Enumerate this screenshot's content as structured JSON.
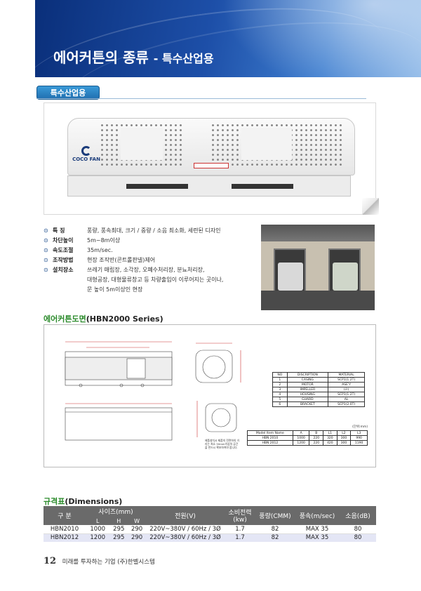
{
  "header": {
    "title": "에어커튼의 종류",
    "subtitle": "- 특수산업용"
  },
  "section_tag": "특수산업용",
  "product": {
    "brand": "COCO FAN"
  },
  "features": [
    {
      "label": "특      징",
      "value": "풍량, 풍속최대, 크기 / 중량 / 소음 최소화, 세련된 디자인",
      "cont": ""
    },
    {
      "label": "차단높이",
      "value": "5m~8m이상",
      "cont": ""
    },
    {
      "label": "속도조절",
      "value": "35m/sec.",
      "cont": ""
    },
    {
      "label": "조작방법",
      "value": "현장 조작반(콘트롤판넬)제어",
      "cont": ""
    },
    {
      "label": "설치장소",
      "value": "쓰레기 매립장, 소각장, 오폐수처리장, 분뇨처리장,",
      "cont": "대형공장, 대형물류창고 등 차량출입이 이루어지는 곳이나,",
      "cont2": "문 높이 5m이상인 현장"
    }
  ],
  "drawing": {
    "title_ko": "에어커튼도면",
    "title_en": "(HBN2000 Series)",
    "parts_headers": [
      "NO",
      "DISCRIPTION",
      "MATERIAL"
    ],
    "parts": [
      [
        "1",
        "CASING",
        "SCP1(1.2T)"
      ],
      [
        "2",
        "MOTOR",
        "ASE'Y"
      ],
      [
        "3",
        "IMPELLER",
        "(∅)"
      ],
      [
        "4",
        "HOUSING",
        "SCP1(1.2T)"
      ],
      [
        "5",
        "GUARD",
        "AL"
      ],
      [
        "6",
        "BRACKET",
        "SCP1(2.0T)"
      ]
    ],
    "unit_note": "(단위:mm)",
    "model_headers": [
      "Model Item Name",
      "A",
      "B",
      "L1",
      "L2",
      "L3"
    ],
    "models": [
      [
        "HBN 2010",
        "1000",
        "220",
        "320",
        "300",
        "990"
      ],
      [
        "HBN 2012",
        "1200",
        "220",
        "420",
        "300",
        "1190"
      ]
    ],
    "note": "제품설치시 제품의 전면하의 거리는 최소 50mm이상의 공간을 반드시 확보하여야 합니다."
  },
  "spec": {
    "title_ko": "규격표",
    "title_en": "(Dimensions)",
    "headers": {
      "gubun": "구  분",
      "size": "사이즈(mm)",
      "size_sub": [
        "L",
        "H",
        "W"
      ],
      "power": "전원(V)",
      "consumption": "소비전력(kw)",
      "airflow": "풍량(CMM)",
      "speed": "풍속(m/sec)",
      "noise": "소음(dB)"
    },
    "rows": [
      {
        "model": "HBN2010",
        "l": "1000",
        "h": "295",
        "w": "290",
        "power": "220V~380V / 60Hz / 3Ø",
        "kw": "1.7",
        "cmm": "82",
        "speed": "MAX 35",
        "db": "80"
      },
      {
        "model": "HBN2012",
        "l": "1200",
        "h": "295",
        "w": "290",
        "power": "220V~380V / 60Hz / 3Ø",
        "kw": "1.7",
        "cmm": "82",
        "speed": "MAX 35",
        "db": "80"
      }
    ]
  },
  "footer": {
    "page": "12",
    "text": "미래를 투자하는 기업 (주)한벨시스템"
  }
}
